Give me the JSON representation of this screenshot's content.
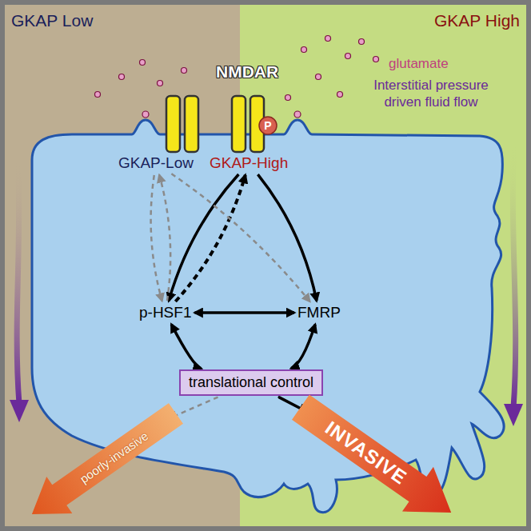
{
  "diagram": {
    "nodes": [
      {
        "text": [
          "GKAP-Low"
        ]
      },
      {
        "text": [
          "GKAP-High"
        ]
      },
      {
        "text": [
          "p-HSF1"
        ]
      },
      {
        "text": [
          "FMRP"
        ]
      },
      {
        "text": [
          "translational control"
        ]
      },
      {
        "text": [
          "poorly-invasive"
        ]
      },
      {
        "text": [
          "INVASIVE"
        ]
      }
    ],
    "edges": [
      {
        "from": 1,
        "to": 2,
        "arrow": "to"
      },
      {
        "from": 2,
        "to": 1,
        "arrow": "to"
      },
      {
        "from": 1,
        "to": 3,
        "arrow": "to"
      },
      {
        "from": 2,
        "to": 3,
        "arrow": "both"
      },
      {
        "from": 2,
        "to": 4,
        "arrow": "both"
      },
      {
        "from": 3,
        "to": 4,
        "arrow": "both"
      },
      {
        "from": 4,
        "to": 6,
        "arrow": "to"
      },
      {
        "from": 4,
        "to": 5,
        "arrow": "to"
      },
      {
        "from": 0,
        "to": 2,
        "arrow": "to"
      },
      {
        "from": 2,
        "to": 0,
        "arrow": "to"
      },
      {
        "from": 0,
        "to": 3,
        "arrow": "to"
      }
    ],
    "labels": [
      "GKAP Low",
      "GKAP High",
      "NMDAR",
      "glutamate",
      "P",
      "Interstitial pressure driven fluid flow"
    ]
  }
}
